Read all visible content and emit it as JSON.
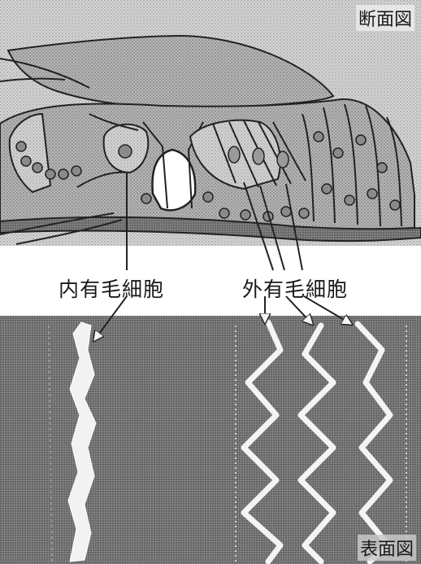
{
  "titles": {
    "section_view": "断面図",
    "surface_view": "表面図"
  },
  "labels": {
    "inner_hair_cell": "内有毛細胞",
    "outer_hair_cell": "外有毛細胞"
  },
  "colors": {
    "background": "#ffffff",
    "stipple_light": "#cfcfcf",
    "stipple_mid": "#b0b0b0",
    "stipple_dark": "#6e6e6e",
    "line": "#222222",
    "highlight": "#f4f4f4"
  }
}
